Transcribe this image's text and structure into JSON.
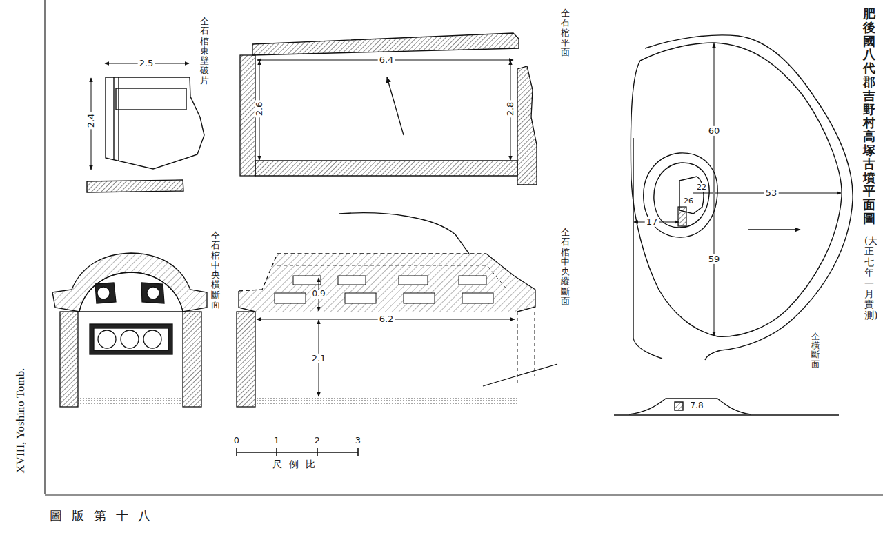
{
  "diagram": {
    "title": "肥後國八代郡吉野村高塚古墳平面圖",
    "caption": "XVIII, Yoshino Tomb.",
    "labels": [
      "仝石棺東壁破片",
      "2.5",
      "2.4",
      "仝石棺平面",
      "6.4",
      "2.6",
      "2.8",
      "仝石棺中央橫斷面",
      "0.9",
      "6.2",
      "2.1",
      "仝石棺中央縱斷面",
      "0",
      "1",
      "2",
      "3",
      "尺例比",
      "60",
      "22",
      "26",
      "53",
      "59",
      "17",
      "仝橫斷面",
      "7.8",
      "(大正七年一月實測)",
      "圖版第十八"
    ]
  }
}
